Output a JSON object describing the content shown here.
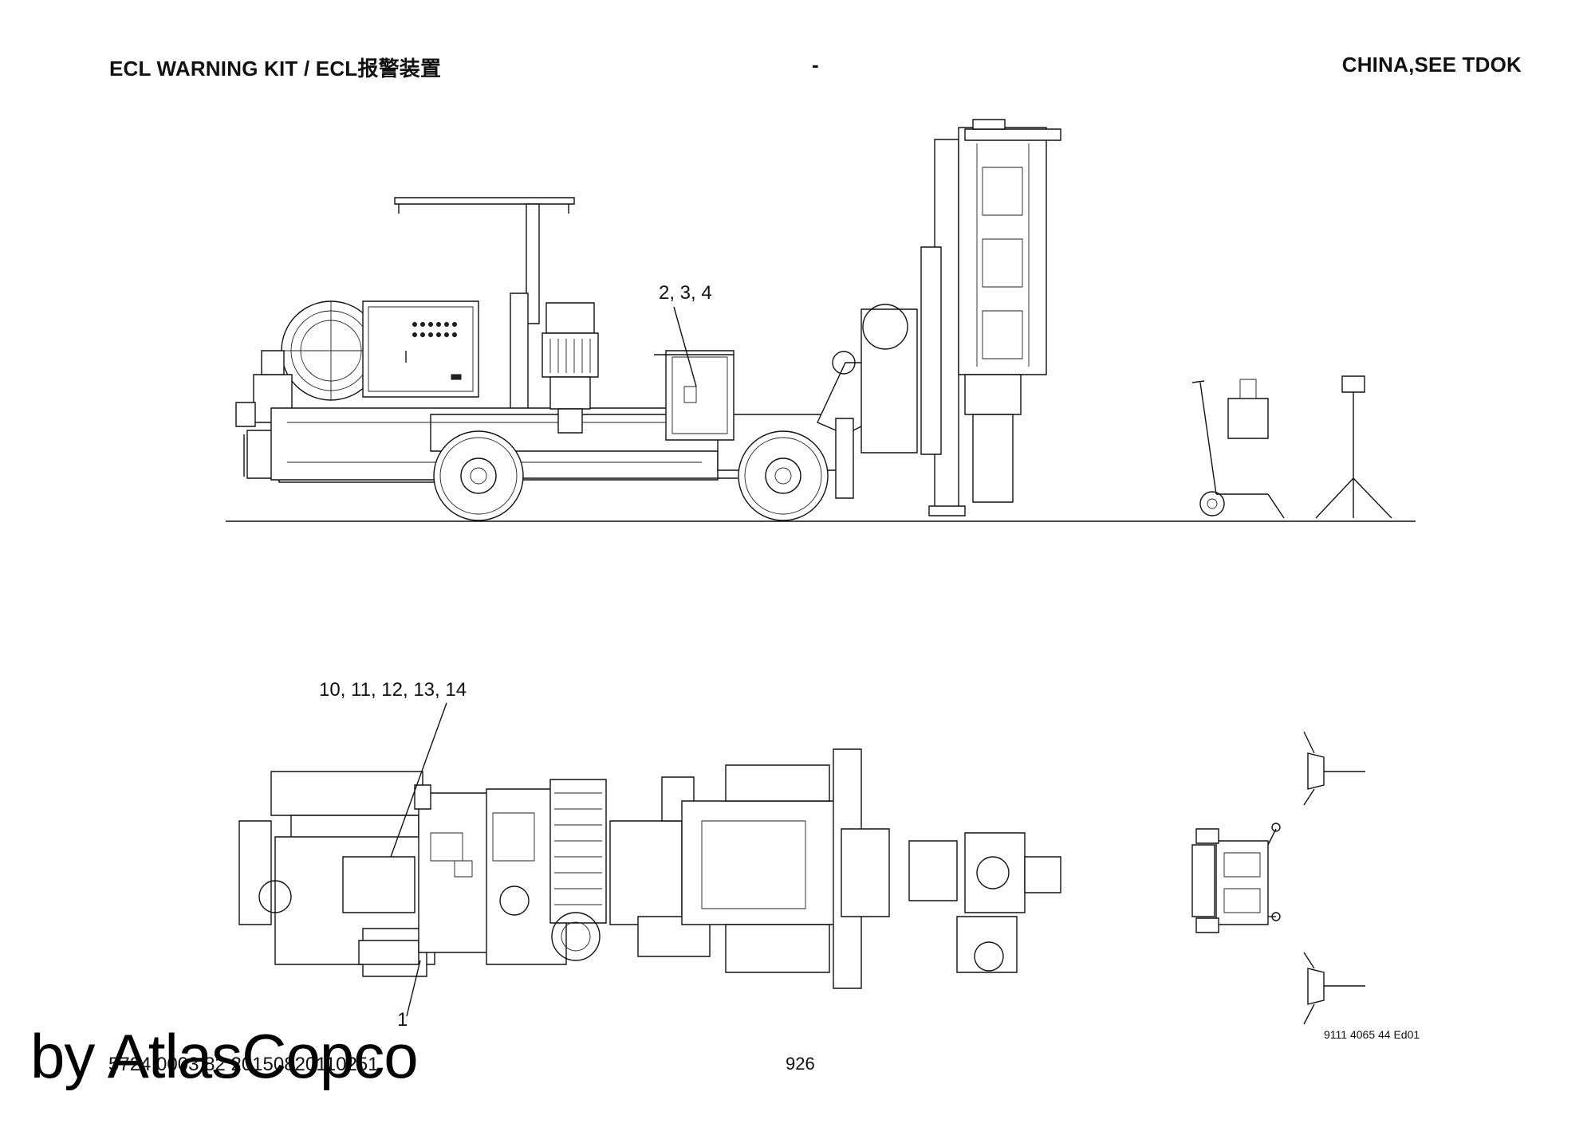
{
  "header": {
    "title": "ECL WARNING KIT / ECL报警装置",
    "middle": "-",
    "right": "CHINA,SEE TDOK"
  },
  "callouts": {
    "side_view": "2, 3, 4",
    "top_view": "10, 11, 12, 13, 14",
    "top_view_bottom": "1"
  },
  "drawing_number": "9111 4065 44 Ed01",
  "footer": {
    "code": "5724 0003 82 20150820110251",
    "page": "926"
  },
  "watermark": "by AtlasCopco"
}
